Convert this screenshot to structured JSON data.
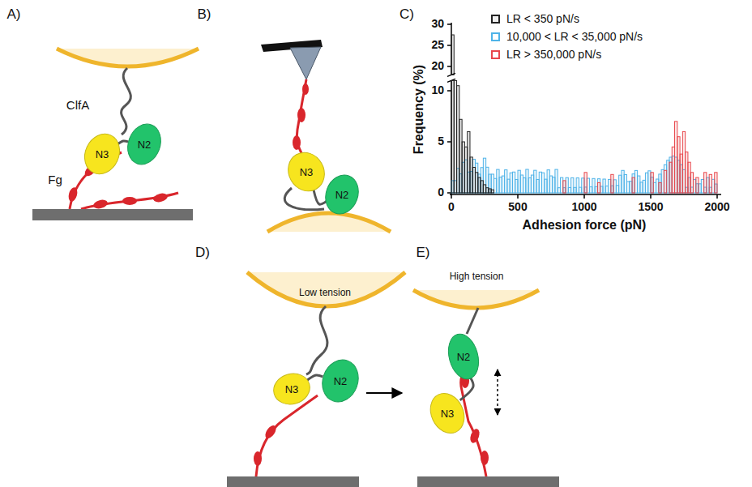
{
  "diagram": {
    "nodes": [
      {
        "text": [
          "N3"
        ]
      },
      {
        "text": [
          "N2"
        ]
      },
      {
        "text": [
          "N3"
        ]
      },
      {
        "text": [
          "N2"
        ]
      },
      {
        "text": [
          "N3"
        ]
      },
      {
        "text": [
          "N2"
        ]
      },
      {
        "text": [
          "N2"
        ]
      },
      {
        "text": [
          "N3"
        ]
      }
    ],
    "edges": [
      {
        "from": 0,
        "to": 1,
        "arrow": "none"
      },
      {
        "from": 2,
        "to": 3,
        "arrow": "none"
      },
      {
        "from": 4,
        "to": 5,
        "arrow": "none"
      },
      {
        "from": 7,
        "to": 6,
        "arrow": "none"
      }
    ],
    "labels": [
      "A)",
      "ClfA",
      "Fg",
      "B)",
      "C)",
      "0",
      "5",
      "10",
      "20",
      "25",
      "30",
      "0",
      "500",
      "1000",
      "1500",
      "2000",
      "Frequency (%)",
      "Adhesion force (pN)",
      "D)",
      "Low tension",
      "E)",
      "High tension"
    ],
    "legend": [
      {
        "text": "LR < 350 pN/s",
        "color": "#222222"
      },
      {
        "text": "10,000 < LR < 35,000 pN/s",
        "color": "#4fb3e8"
      },
      {
        "text": "LR > 350,000 pN/s",
        "color": "#e8474c"
      }
    ]
  }
}
